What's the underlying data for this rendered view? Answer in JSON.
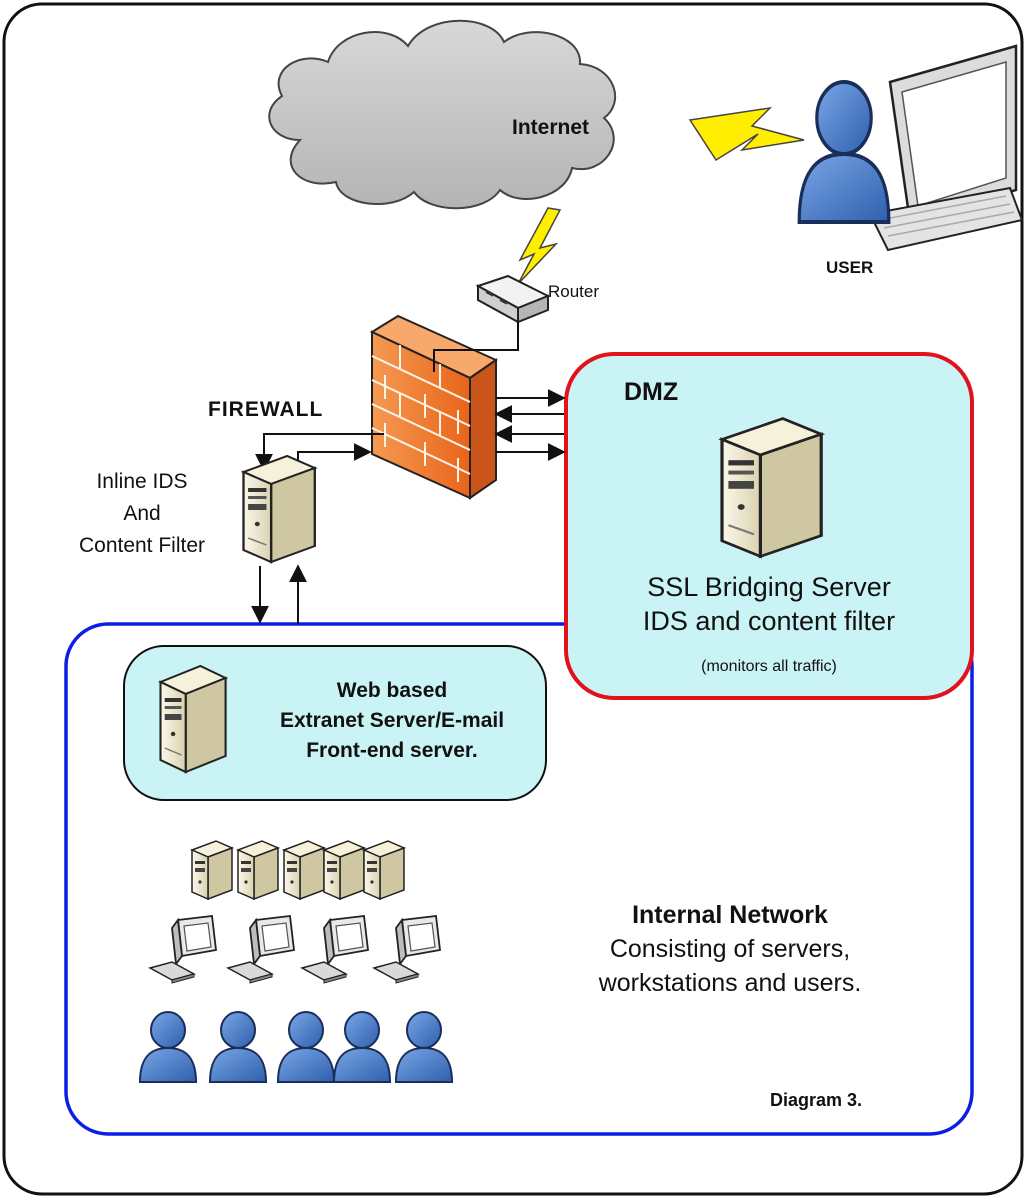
{
  "labels": {
    "internet": "Internet",
    "user": "USER",
    "router": "Router",
    "firewall": "FIREWALL",
    "inline_ids": [
      "Inline IDS",
      "And",
      "Content Filter"
    ],
    "dmz_title": "DMZ",
    "dmz_server_lines": [
      "SSL Bridging Server",
      "IDS and content filter"
    ],
    "dmz_note": "(monitors all traffic)",
    "web_server_lines": [
      "Web based",
      "Extranet Server/E-mail",
      "Front-end server."
    ],
    "internal_title": "Internal Network",
    "internal_lines": [
      "Consisting of servers,",
      "workstations and users."
    ],
    "caption": "Diagram 3."
  },
  "colors": {
    "outer_border": "#111111",
    "dmz_border": "#e0121b",
    "dmz_fill": "#c9f3f5",
    "internal_border": "#0a1fe6",
    "web_fill": "#c9f3f5",
    "cloud_fill": "#c8c8c8",
    "lightning": "#ffee00",
    "firewall": "#f07a2c",
    "user_blue": "#3d73c4",
    "server_beige": "#e9e2c4"
  }
}
